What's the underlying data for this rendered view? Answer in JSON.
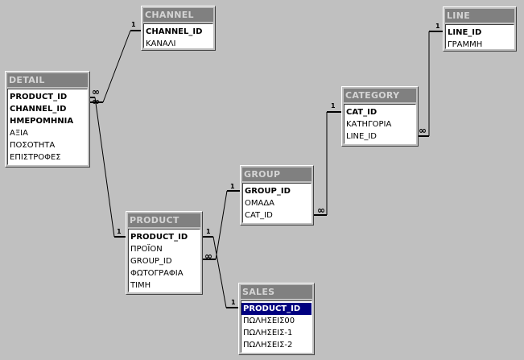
{
  "tables": {
    "channel": {
      "title": "CHANNEL",
      "fields": [
        "CHANNEL_ID",
        "ΚΑΝΑΛΙ"
      ]
    },
    "line": {
      "title": "LINE",
      "fields": [
        "LINE_ID",
        "ΓΡΑΜΜΗ"
      ]
    },
    "detail": {
      "title": "DETAIL",
      "fields": [
        "PRODUCT_ID",
        "CHANNEL_ID",
        "ΗΜΕΡΟΜΗΝΙΑ",
        "ΑΞΙΑ",
        "ΠΟΣΟΤΗΤΑ",
        "ΕΠΙΣΤΡΟΦΕΣ"
      ]
    },
    "category": {
      "title": "CATEGORY",
      "fields": [
        "CAT_ID",
        "ΚΑΤΗΓΟΡΙΑ",
        "LINE_ID"
      ]
    },
    "group": {
      "title": "GROUP",
      "fields": [
        "GROUP_ID",
        "ΟΜΑΔΑ",
        "CAT_ID"
      ]
    },
    "product": {
      "title": "PRODUCT",
      "fields": [
        "PRODUCT_ID",
        "ΠΡΟΪΟΝ",
        "GROUP_ID",
        "ΦΩΤΟΓΡΑΦΙΑ",
        "ΤΙΜΗ"
      ]
    },
    "sales": {
      "title": "SALES",
      "fields": [
        "PRODUCT_ID",
        "ΠΩΛΗΣΕΙΣ00",
        "ΠΩΛΗΣΕΙΣ-1",
        "ΠΩΛΗΣΕΙΣ-2"
      ]
    }
  },
  "cardinality": {
    "one": "1",
    "many": "∞"
  },
  "colors": {
    "background": "#c0c0c0",
    "titlebar": "#808080",
    "selection": "#000080",
    "line": "#000000"
  }
}
